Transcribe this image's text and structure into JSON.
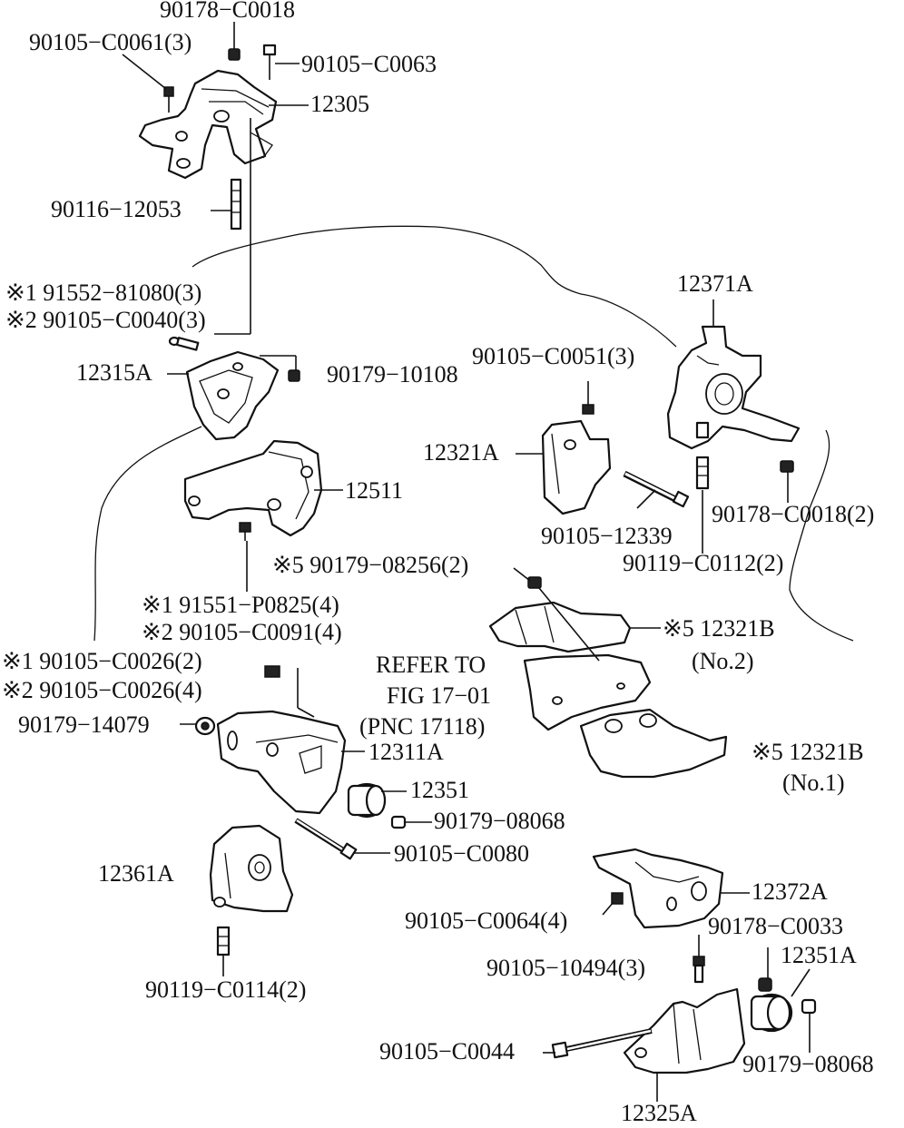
{
  "labels": {
    "l_90178_C0018": "90178−C0018",
    "l_90105_C0061": "90105−C0061(3)",
    "l_90105_C0063": "90105−C0063",
    "l_12305": "12305",
    "l_90116_12053": "90116−12053",
    "l_x1_91552": "※1 91552−81080(3)",
    "l_x2_90105_C0040": "※2 90105−C0040(3)",
    "l_12315A": "12315A",
    "l_90179_10108": "90179−10108",
    "l_12371A": "12371A",
    "l_90105_C0051": "90105−C0051(3)",
    "l_12321A": "12321A",
    "l_12511": "12511",
    "l_90105_12339": "90105−12339",
    "l_90178_C0018_2": "90178−C0018(2)",
    "l_90119_C0112": "90119−C0112(2)",
    "l_x5_90179_08256": "※5 90179−08256(2)",
    "l_x1_91551": "※1 91551−P0825(4)",
    "l_x2_90105_C0091": "※2 90105−C0091(4)",
    "l_x5_12321B_no2": "※5 12321B",
    "l_no2": "(No.2)",
    "l_x1_90105_C0026": "※1 90105−C0026(2)",
    "l_x2_90105_C0026": "※2 90105−C0026(4)",
    "l_refer_to": "REFER TO",
    "l_fig": "FIG 17−01",
    "l_pnc": "(PNC 17118)",
    "l_90179_14079": "90179−14079",
    "l_12311A": "12311A",
    "l_x5_12321B_no1": "※5 12321B",
    "l_no1": "(No.1)",
    "l_12351": "12351",
    "l_90179_08068": "90179−08068",
    "l_12361A": "12361A",
    "l_90105_C0080": "90105−C0080",
    "l_12372A": "12372A",
    "l_90105_C0064": "90105−C0064(4)",
    "l_90178_C0033": "90178−C0033",
    "l_12351A": "12351A",
    "l_90105_10494": "90105−10494(3)",
    "l_90119_C0114": "90119−C0114(2)",
    "l_90105_C0044": "90105−C0044",
    "l_90179_08068_b": "90179−08068",
    "l_12325A": "12325A"
  },
  "icons": {
    "line_color": "#111111",
    "background": "#ffffff"
  }
}
